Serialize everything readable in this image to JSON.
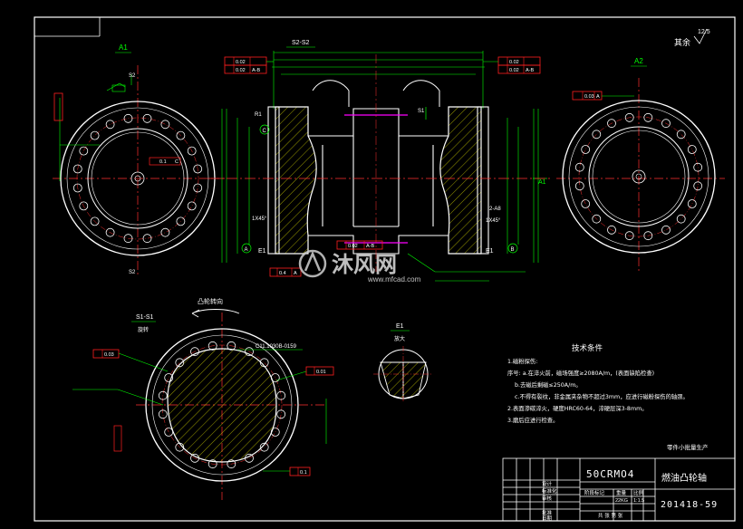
{
  "views": {
    "left_view_label": "A1",
    "right_view_label": "A2",
    "section_label": "S2-S2",
    "right_arrow_label": "A1",
    "bottom_section_label": "S1-S1",
    "bottom_section_sub": "旋转",
    "rotation_label": "凸轮转向",
    "detail_label": "E1",
    "detail_scale": "放大"
  },
  "roughness_note": {
    "prefix": "其余",
    "value": "12.5"
  },
  "tolerances": {
    "top_left_1": "0.02",
    "top_left_2": "0.02",
    "top_left_datum": "A-B",
    "top_right_1": "0.02",
    "top_right_2": "0.02",
    "top_right_datum": "A-B",
    "right_view_frame": "0.03",
    "right_view_datum": "A",
    "bottom_frame_1": "0.03",
    "bottom_frame_2": "0.01",
    "bottom_frame_3": "0.1",
    "bottom_mid_frame": "0.02",
    "bottom_mid_datum": "A-B",
    "bottom_left_frame": "0.4",
    "bottom_left_datum": "A",
    "left_view_frame": "0.1",
    "left_view_datum": "C"
  },
  "annotations": {
    "chamfer_1": "1X45°",
    "chamfer_2": "1X45°",
    "chamfer_3": "2-A8",
    "chamfer_4": "1X45°",
    "mark_e1_left": "E1",
    "mark_e1_right": "E1",
    "datum_a": "A",
    "datum_b": "B",
    "datum_c": "C",
    "spec_code": "C11.1030B-0159",
    "section_marker_s1": "S1",
    "section_marker_s2": "S2",
    "r_label": "R1",
    "dim_top": "S2-S2"
  },
  "tech_requirements": {
    "title": "技术条件",
    "lines": [
      "1.磁粉探伤:",
      "序号: a.在淬火前，磁场强度≥2080A/m，(表面缺陷检查)",
      "b.去磁后剩磁≤250A/m。",
      "c.不得有裂纹，非金属夹杂物不超过3mm，应进行磁粉探伤的轴颈。",
      "2.表面渗碳淬火，硬度HRC60-64，淬硬层深3-8mm。",
      "3.磨后应进行检查。"
    ],
    "production_note": "零件小批量生产"
  },
  "title_block": {
    "part_code": "50CRMO4",
    "part_name": "燃油凸轮轴",
    "drawing_no": "201418-59",
    "weight": "22KG",
    "scale": "1:1.5",
    "header_weight": "重量",
    "header_scale": "比例",
    "header_mark": "阶段标记",
    "design": "设计",
    "check": "审核",
    "approve": "批准",
    "sheet_info": "共 张 第 张",
    "date_label": "日期",
    "label_std": "标准化"
  },
  "watermark": {
    "brand": "沐风网",
    "url": "www.mfcad.com"
  },
  "colors": {
    "background": "#000000",
    "outline": "#ffffff",
    "center_line": "#ff3030",
    "dimension": "#00ff00",
    "hatch": "#ffff00",
    "tolerance": "#ff2020",
    "accent": "#ff00ff"
  }
}
